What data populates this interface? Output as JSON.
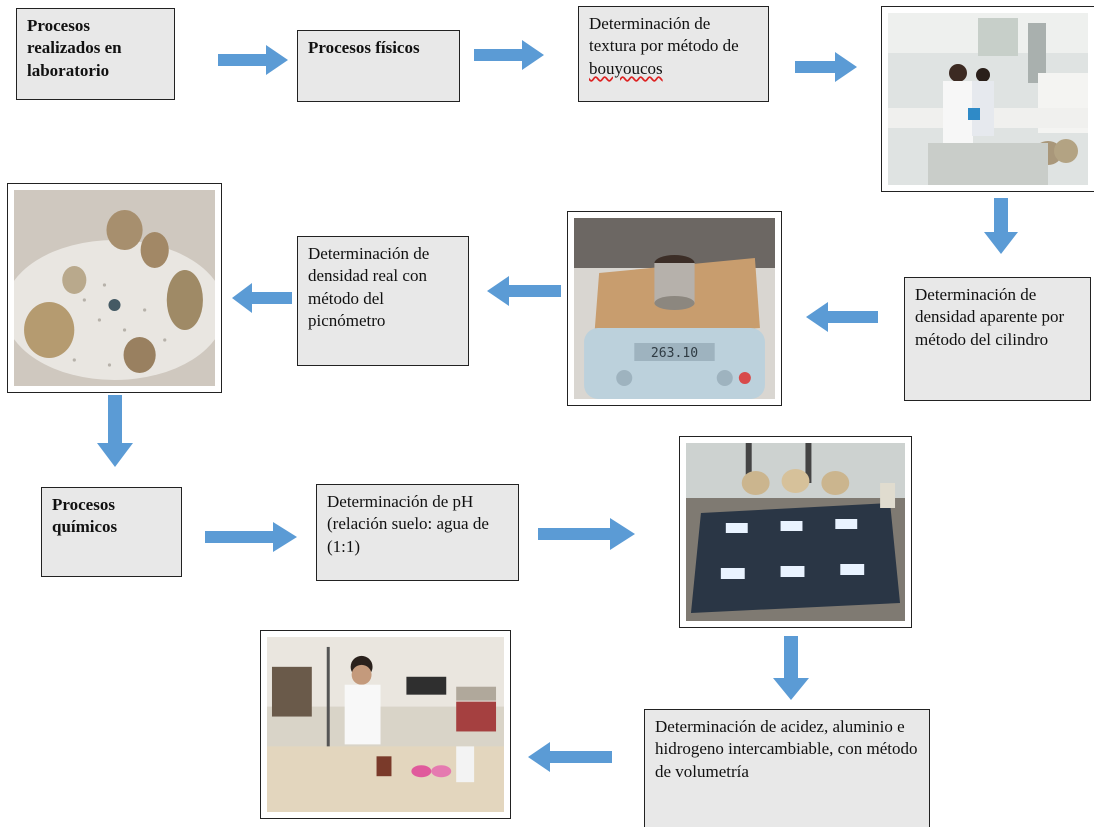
{
  "nodes": {
    "procesos_laboratorio": "Procesos realizados en laboratorio",
    "procesos_fisicos": "Procesos físicos",
    "textura_prefix": "Determinación de textura por método de ",
    "textura_method": "bouyoucos",
    "densidad_aparente": "Determinación de densidad aparente por método del cilindro",
    "densidad_real": "Determinación de densidad real con método del picnómetro",
    "procesos_quimicos": "Procesos químicos",
    "ph": "Determinación de pH (relación suelo: agua de (1:1)",
    "acidez": "Determinación de acidez, aluminio e hidrogeno intercambiable, con método de volumetría"
  },
  "photos": {
    "balance_readout": "263.10"
  },
  "colors": {
    "arrow": "#5b9bd5",
    "box_fill": "#e8e8e8",
    "border": "#222222"
  }
}
